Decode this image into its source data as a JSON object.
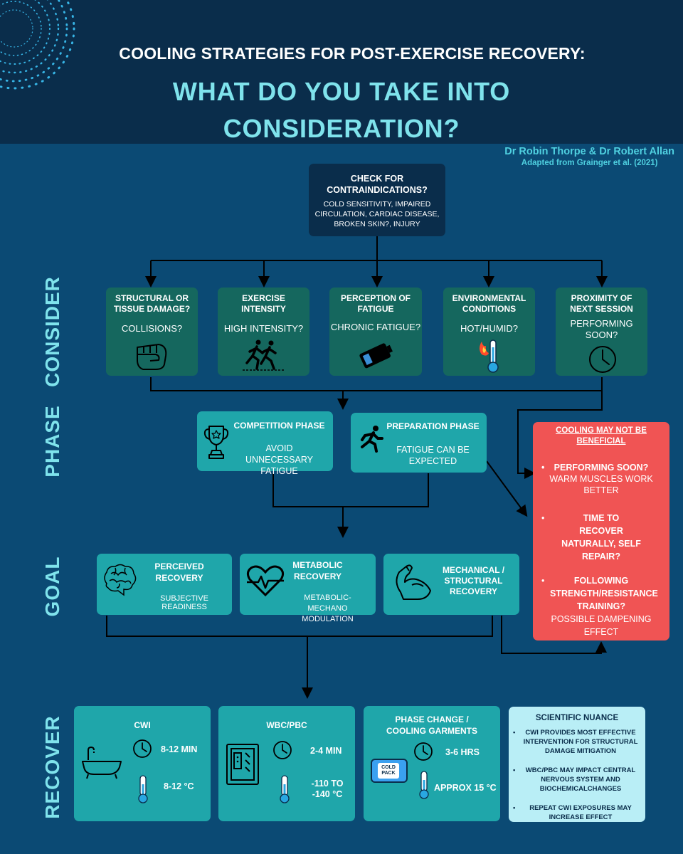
{
  "header": {
    "kicker": "COOLING STRATEGIES FOR POST-EXERCISE RECOVERY:",
    "headline_1": "WHAT DO YOU TAKE INTO",
    "headline_2": "CONSIDERATION?",
    "authors": "Dr Robin Thorpe & Dr Robert Allan",
    "source": "Adapted from Grainger et al. (2021)"
  },
  "side_labels": {
    "consider": "CONSIDER",
    "phase": "PHASE",
    "goal": "GOAL",
    "recover": "RECOVER"
  },
  "check": {
    "title_1": "CHECK FOR",
    "title_2": "CONTRAINDICATIONS?",
    "body": "COLD SENSITIVITY, IMPAIRED CIRCULATION, CARDIAC DISEASE, BROKEN SKIN?, INJURY"
  },
  "consider": [
    {
      "title": "STRUCTURAL OR TISSUE DAMAGE?",
      "sub": "COLLISIONS?",
      "icon": "fist-icon"
    },
    {
      "title": "EXERCISE INTENSITY",
      "sub": "HIGH INTENSITY?",
      "icon": "runners-icon"
    },
    {
      "title": "PERCEPTION OF FATIGUE",
      "sub": "CHRONIC FATIGUE?",
      "icon": "low-battery-icon"
    },
    {
      "title": "ENVIRONMENTAL CONDITIONS",
      "sub": "HOT/HUMID?",
      "icon": "hot-thermometer-icon"
    },
    {
      "title": "PROXIMITY OF NEXT SESSION",
      "sub": "PERFORMING SOON?",
      "icon": "clock-icon"
    }
  ],
  "phase": [
    {
      "title": "COMPETITION PHASE",
      "sub": "AVOID UNNECESSARY FATIGUE",
      "icon": "trophy-icon"
    },
    {
      "title": "PREPARATION PHASE",
      "sub": "FATIGUE CAN BE EXPECTED",
      "icon": "runner-icon"
    }
  ],
  "goal": [
    {
      "title": "PERCEIVED RECOVERY",
      "sub": "SUBJECTIVE READINESS",
      "icon": "brain-icon"
    },
    {
      "title": "METABOLIC RECOVERY",
      "sub": "METABOLIC-MECHANO MODULATION",
      "icon": "heartbeat-icon"
    },
    {
      "title": "MECHANICAL / STRUCTURAL RECOVERY",
      "sub": "",
      "icon": "flexed-arm-icon"
    }
  ],
  "warning": {
    "title": "COOLING MAY NOT BE BENEFICIAL",
    "points": [
      {
        "head": "PERFORMING SOON?",
        "body": "WARM MUSCLES WORK BETTER"
      },
      {
        "head": "TIME TO RECOVER NATURALLY, SELF REPAIR?",
        "body": ""
      },
      {
        "head": "FOLLOWING STRENGTH/RESISTANCE TRAINING?",
        "body": "POSSIBLE DAMPENING EFFECT"
      }
    ]
  },
  "recover": [
    {
      "title": "CWI",
      "time": "8-12 MIN",
      "temp": "8-12 °C",
      "icon": "bathtub-icon"
    },
    {
      "title": "WBC/PBC",
      "time": "2-4 MIN",
      "temp": "-110 TO -140 °C",
      "icon": "cryo-chamber-icon"
    },
    {
      "title": "PHASE CHANGE / COOLING GARMENTS",
      "time": "3-6 HRS",
      "temp": "APPROX 15 °C",
      "icon": "cold-pack-icon",
      "pack_label": "COLD PACK"
    }
  ],
  "nuance": {
    "title": "SCIENTIFIC NUANCE",
    "points": [
      "CWI PROVIDES MOST EFFECTIVE INTERVENTION FOR STRUCTURAL DAMAGE MITIGATION",
      "WBC/PBC MAY IMPACT CENTRAL NERVOUS SYSTEM AND BIOCHEMICALCHANGES",
      "REPEAT CWI EXPOSURES MAY INCREASE EFFECT"
    ]
  },
  "colors": {
    "background": "#0b4a74",
    "header": "#0a2d4b",
    "accent": "#7fe3ec",
    "consider_box": "#15675e",
    "teal_box": "#1fa6aa",
    "warning": "#f05454",
    "nuance": "#b9eef6"
  }
}
